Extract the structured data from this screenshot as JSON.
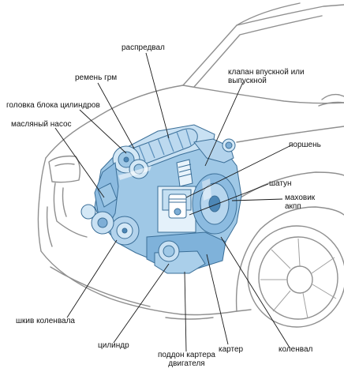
{
  "labels": {
    "camshaft": "распредвал",
    "timing_belt": "ремень грм",
    "intake_exhaust_valve": "клапан впускной или\nвыпускной",
    "cylinder_head": "головка блока цилиндров",
    "oil_pump": "масляный насос",
    "piston": "поршень",
    "connecting_rod": "шатун",
    "flywheel": "маховик\nакпп",
    "crankshaft_pulley": "шкив коленвала",
    "cylinder": "цилиндр",
    "oil_pan": "поддон картера\nдвигателя",
    "crankcase": "картер",
    "crankshaft": "коленвал"
  },
  "colors": {
    "engine_fill": "#9fc8e6",
    "engine_dark": "#4d87b6",
    "engine_light": "#d4e8f6",
    "car_line": "#8f8f8f",
    "leader": "#1a1a1a"
  }
}
